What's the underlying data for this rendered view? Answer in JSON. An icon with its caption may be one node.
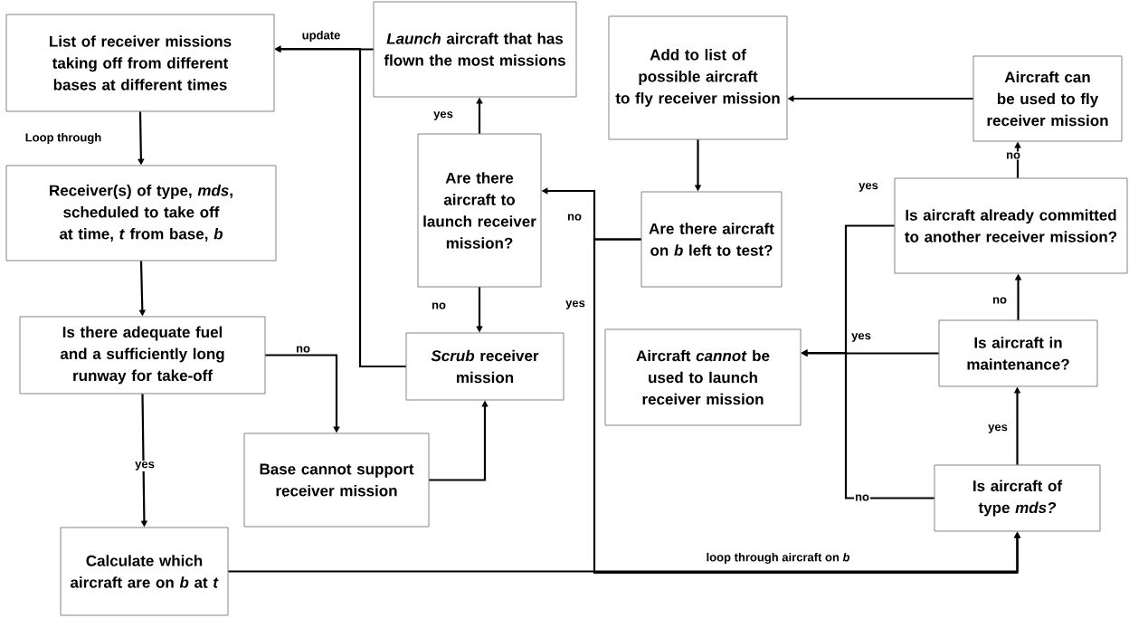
{
  "diagram": {
    "nodes": [
      {
        "text": [
          "List of receiver missions taking off from different bases at different times"
        ]
      },
      {
        "text": [
          "Receiver(s) of type, *mds*, scheduled to take off at time, *t* from base, *b*"
        ]
      },
      {
        "text": [
          "Is there adequate fuel and a sufficiently long runway for take-off"
        ]
      },
      {
        "text": [
          "Calculate which aircraft are on *b* at *t*"
        ]
      },
      {
        "text": [
          "*Launch* aircraft that has flown the most missions"
        ]
      },
      {
        "text": [
          "Are there aircraft to launch receiver mission?"
        ]
      },
      {
        "text": [
          "*Scrub* receiver mission"
        ]
      },
      {
        "text": [
          "Base cannot support receiver mission"
        ]
      },
      {
        "text": [
          "Add to list of possible aircraft to fly receiver mission"
        ]
      },
      {
        "text": [
          "Aircraft can be used to fly receiver mission"
        ]
      },
      {
        "text": [
          "Are there aircraft on *b* left to test?"
        ]
      },
      {
        "text": [
          "Is aircraft already committed to another receiver mission?"
        ]
      },
      {
        "text": [
          "Aircraft *cannot* be used to launch receiver mission"
        ]
      },
      {
        "text": [
          "Is aircraft in maintenance?"
        ]
      },
      {
        "text": [
          "Is aircraft of type *mds?*"
        ]
      }
    ],
    "edges": [
      {
        "from": 0,
        "to": 1,
        "arrow": "to",
        "label": "Loop through"
      },
      {
        "from": 1,
        "to": 2,
        "arrow": "to"
      },
      {
        "from": 2,
        "to": 3,
        "arrow": "to",
        "label": "yes"
      },
      {
        "from": 2,
        "to": 7,
        "arrow": "to",
        "label": "no"
      },
      {
        "from": 7,
        "to": 6,
        "arrow": "to"
      },
      {
        "from": 4,
        "to": 0,
        "arrow": "to",
        "label": "update"
      },
      {
        "from": 6,
        "to": 0,
        "arrow": "to"
      },
      {
        "from": 5,
        "to": 4,
        "arrow": "to",
        "label": "yes"
      },
      {
        "from": 5,
        "to": 6,
        "arrow": "to",
        "label": "no"
      },
      {
        "from": 9,
        "to": 8,
        "arrow": "to"
      },
      {
        "from": 8,
        "to": 10,
        "arrow": "to"
      },
      {
        "from": 10,
        "to": 5,
        "arrow": "to",
        "label": "no"
      },
      {
        "from": 10,
        "to": 14,
        "arrow": "to",
        "label": "yes"
      },
      {
        "from": 3,
        "to": 14,
        "arrow": "to",
        "label": "loop through aircraft on *b*"
      },
      {
        "from": 14,
        "to": 13,
        "arrow": "to",
        "label": "yes"
      },
      {
        "from": 13,
        "to": 11,
        "arrow": "to",
        "label": "no"
      },
      {
        "from": 11,
        "to": 9,
        "arrow": "to",
        "label": "no"
      },
      {
        "from": 13,
        "to": 12,
        "arrow": "to",
        "label": "yes"
      },
      {
        "from": 11,
        "to": 12,
        "arrow": "to",
        "label": "yes"
      },
      {
        "from": 14,
        "to": 12,
        "arrow": "to",
        "label": "no"
      }
    ]
  }
}
